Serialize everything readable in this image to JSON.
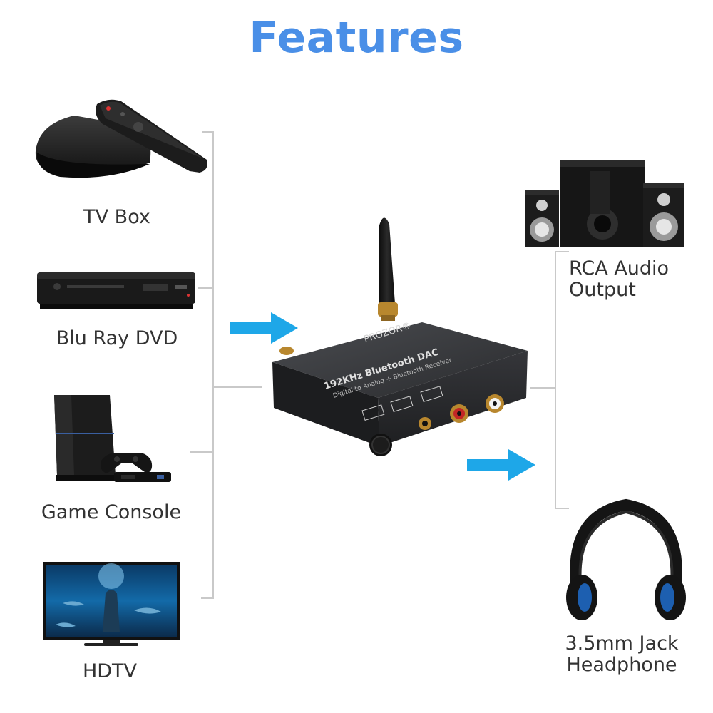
{
  "title": "Features",
  "colors": {
    "accent": "#4a8fe7",
    "arrow": "#1ea7e8",
    "line": "#c9c9c9",
    "text": "#333333"
  },
  "inputs": [
    {
      "label": "TV Box",
      "icon": "tv-box-icon"
    },
    {
      "label": "Blu Ray DVD",
      "icon": "bluray-player-icon"
    },
    {
      "label": "Game Console",
      "icon": "game-console-icon"
    },
    {
      "label": "HDTV",
      "icon": "hdtv-icon"
    }
  ],
  "device": {
    "brand": "PROZOR®",
    "model": "192KHz Bluetooth DAC",
    "subtitle": "Digital to Analog + Bluetooth Receiver"
  },
  "outputs": [
    {
      "line1": "RCA Audio",
      "line2": "Output",
      "icon": "speakers-icon"
    },
    {
      "line1": "3.5mm Jack",
      "line2": "Headphone",
      "icon": "headphone-icon"
    }
  ]
}
